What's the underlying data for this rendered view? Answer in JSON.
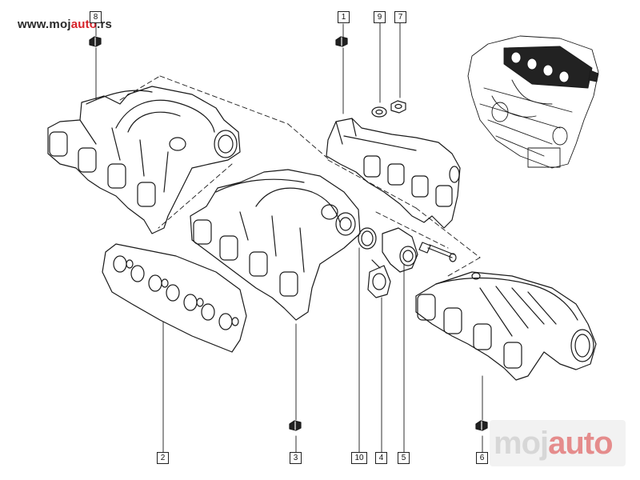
{
  "watermark": {
    "url_prefix": "www.moj",
    "url_accent": "auto",
    "url_suffix": ".rs",
    "logo_part1": "moj",
    "logo_part2": "auto"
  },
  "callouts": {
    "c1": "1",
    "c2": "2",
    "c3": "3",
    "c4": "4",
    "c5": "5",
    "c6": "6",
    "c7": "7",
    "c8": "8",
    "c9": "9",
    "c10": "10"
  },
  "colors": {
    "line": "#1a1a1a",
    "accent": "#d6232a",
    "logo_grey": "#d7d7d7",
    "logo_red": "#e58c8c"
  }
}
